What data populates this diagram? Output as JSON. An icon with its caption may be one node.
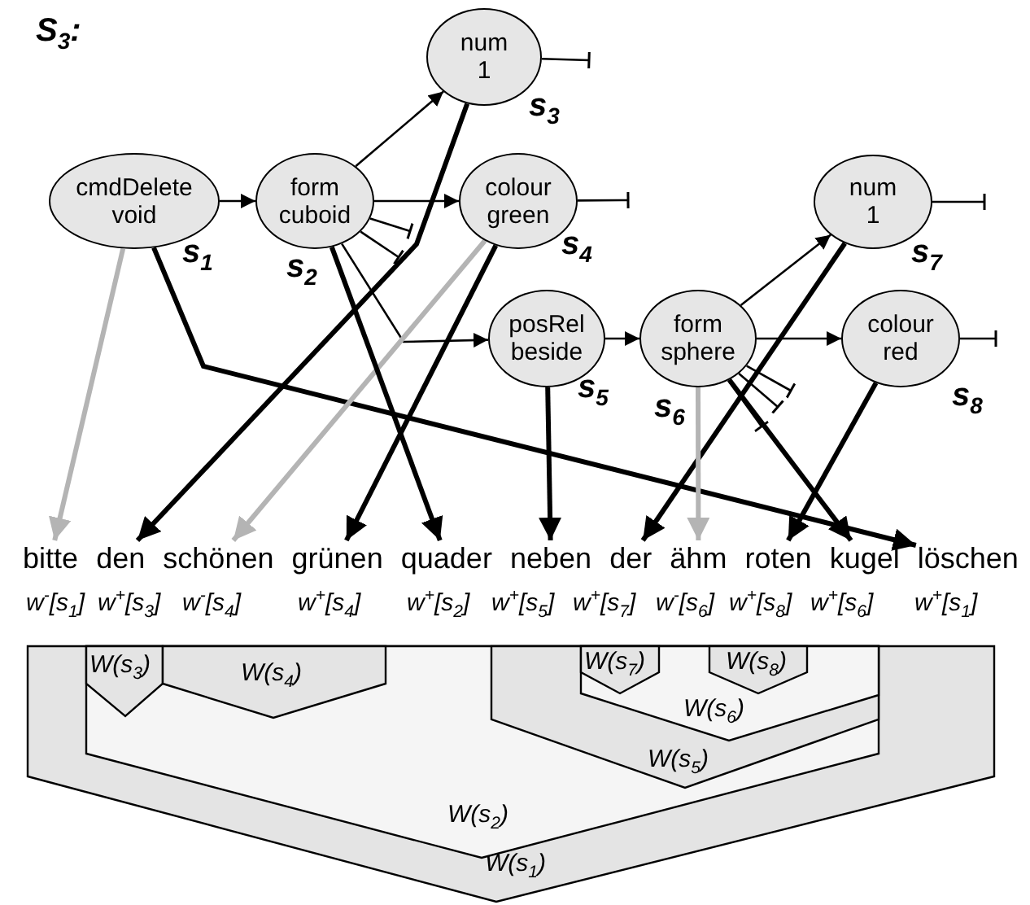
{
  "diagram": {
    "nodes": [
      {
        "text": [
          "cmdDelete void"
        ],
        "beside": [
          "s$_{1}$"
        ]
      },
      {
        "text": [
          "form cuboid"
        ],
        "beside": [
          "s$_{2}$"
        ]
      },
      {
        "text": [
          "num 1"
        ],
        "beside": [
          "s$_{3}$"
        ]
      },
      {
        "text": [
          "colour green"
        ],
        "beside": [
          "s$_{4}$"
        ]
      },
      {
        "text": [
          "posRel beside"
        ],
        "beside": [
          "s$_{5}$"
        ]
      },
      {
        "text": [
          "form sphere"
        ],
        "beside": [
          "s$_{6}$"
        ]
      },
      {
        "text": [
          "num 1"
        ],
        "beside": [
          "s$_{7}$"
        ]
      },
      {
        "text": [
          "colour red"
        ],
        "beside": [
          "s$_{8}$"
        ]
      },
      {
        "text": [
          "bitte"
        ]
      },
      {
        "text": [
          "den"
        ]
      },
      {
        "text": [
          "schönen"
        ]
      },
      {
        "text": [
          "grünen"
        ]
      },
      {
        "text": [
          "quader"
        ]
      },
      {
        "text": [
          "neben"
        ]
      },
      {
        "text": [
          "der"
        ]
      },
      {
        "text": [
          "ähm"
        ]
      },
      {
        "text": [
          "roten"
        ]
      },
      {
        "text": [
          "kugel"
        ]
      },
      {
        "text": [
          "löschen"
        ]
      },
      {
        "text": [
          "W(s$_{1}$)"
        ]
      },
      {
        "text": [
          "W(s$_{2}$)"
        ],
        "in": 19
      },
      {
        "text": [
          "W(s$_{3}$)"
        ],
        "in": 20
      },
      {
        "text": [
          "W(s$_{4}$)"
        ],
        "in": 20
      },
      {
        "text": [
          "W(s$_{5}$)"
        ],
        "in": 20
      },
      {
        "text": [
          "W(s$_{6}$)"
        ],
        "in": 23
      },
      {
        "text": [
          "W(s$_{7}$)"
        ],
        "in": 24
      },
      {
        "text": [
          "W(s$_{8}$)"
        ],
        "in": 24
      }
    ],
    "edges": [
      {
        "from": 0,
        "to": 1,
        "arrow": "to"
      },
      {
        "from": 1,
        "to": 2,
        "arrow": "to"
      },
      {
        "from": 1,
        "to": 3,
        "arrow": "to"
      },
      {
        "from": 1,
        "to": 4,
        "arrow": "to"
      },
      {
        "from": 1,
        "to": null,
        "arrow": "other"
      },
      {
        "from": 1,
        "to": null,
        "arrow": "other"
      },
      {
        "from": 2,
        "to": null,
        "arrow": "other"
      },
      {
        "from": 3,
        "to": null,
        "arrow": "other"
      },
      {
        "from": 4,
        "to": 5,
        "arrow": "to"
      },
      {
        "from": 5,
        "to": 6,
        "arrow": "to"
      },
      {
        "from": 5,
        "to": 7,
        "arrow": "to"
      },
      {
        "from": 5,
        "to": null,
        "arrow": "other"
      },
      {
        "from": 5,
        "to": null,
        "arrow": "other"
      },
      {
        "from": 5,
        "to": null,
        "arrow": "other"
      },
      {
        "from": 6,
        "to": null,
        "arrow": "other"
      },
      {
        "from": 7,
        "to": null,
        "arrow": "other"
      },
      {
        "from": 0,
        "to": 8,
        "arrow": "to",
        "style": "thick",
        "color": "#b4b4b4"
      },
      {
        "from": 0,
        "to": 18,
        "arrow": "to",
        "style": "thick"
      },
      {
        "from": 2,
        "to": 9,
        "arrow": "to",
        "style": "thick"
      },
      {
        "from": 3,
        "to": 10,
        "arrow": "to",
        "style": "thick",
        "color": "#b4b4b4"
      },
      {
        "from": 3,
        "to": 11,
        "arrow": "to",
        "style": "thick"
      },
      {
        "from": 1,
        "to": 12,
        "arrow": "to",
        "style": "thick"
      },
      {
        "from": 4,
        "to": 13,
        "arrow": "to",
        "style": "thick"
      },
      {
        "from": 6,
        "to": 14,
        "arrow": "to",
        "style": "thick"
      },
      {
        "from": 5,
        "to": 15,
        "arrow": "to",
        "style": "thick",
        "color": "#b4b4b4"
      },
      {
        "from": 7,
        "to": 16,
        "arrow": "to",
        "style": "thick"
      },
      {
        "from": 5,
        "to": 17,
        "arrow": "to",
        "style": "thick"
      }
    ],
    "labels": [
      "S$_{3}$:",
      "w$^{-}$[s$_{1}$]",
      "w$^{+}$[s$_{3}$]",
      "w$^{-}$[s$_{4}$]",
      "w$^{+}$[s$_{4}$]",
      "w$^{+}$[s$_{2}$]",
      "w$^{+}$[s$_{5}$]",
      "w$^{+}$[s$_{7}$]",
      "w$^{-}$[s$_{6}$]",
      "w$^{+}$[s$_{8}$]",
      "w$^{+}$[s$_{6}$]",
      "w$^{+}$[s$_{1}$]"
    ]
  }
}
